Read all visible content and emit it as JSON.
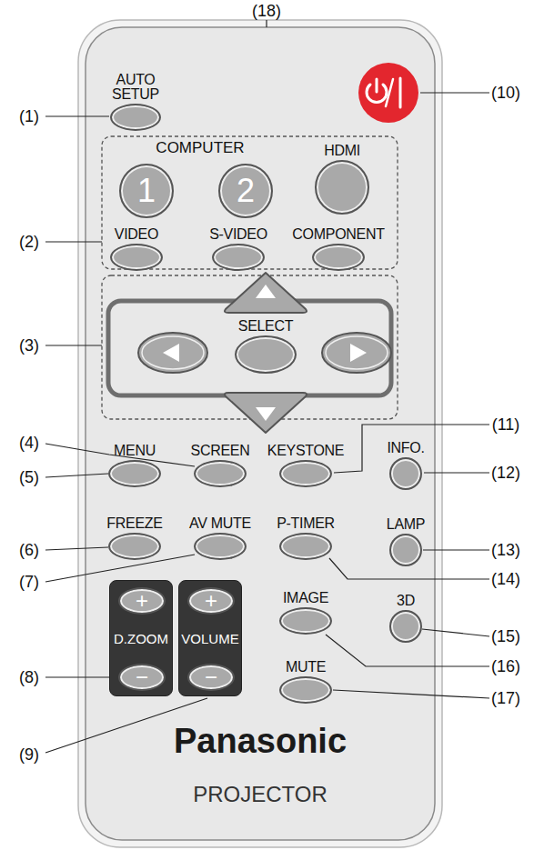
{
  "diagram": {
    "nodes": [
      {
        "text": [
          "Panasonic",
          "PROJECTOR"
        ]
      },
      {
        "text": [
          "AUTO SETUP"
        ],
        "in": 0
      },
      {
        "text": [
          "1"
        ],
        "in": 0
      },
      {
        "text": [
          "2"
        ],
        "in": 0
      },
      {
        "text": [
          "HDMI"
        ],
        "in": 0
      },
      {
        "text": [
          "VIDEO"
        ],
        "in": 0
      },
      {
        "text": [
          "S-VIDEO"
        ],
        "in": 0
      },
      {
        "text": [
          "COMPONENT"
        ],
        "in": 0
      },
      {
        "text": [
          "SELECT"
        ],
        "in": 0
      },
      {
        "text": [
          "MENU"
        ],
        "in": 0
      },
      {
        "text": [
          "SCREEN"
        ],
        "in": 0
      },
      {
        "text": [
          "KEYSTONE"
        ],
        "in": 0
      },
      {
        "text": [
          "INFO."
        ],
        "in": 0
      },
      {
        "text": [
          "FREEZE"
        ],
        "in": 0
      },
      {
        "text": [
          "AV MUTE"
        ],
        "in": 0
      },
      {
        "text": [
          "P-TIMER"
        ],
        "in": 0
      },
      {
        "text": [
          "LAMP"
        ],
        "in": 0
      },
      {
        "text": [
          "IMAGE"
        ],
        "in": 0
      },
      {
        "text": [
          "3D"
        ],
        "in": 0
      },
      {
        "text": [
          "D.ZOOM"
        ],
        "in": 0
      },
      {
        "text": [
          "+"
        ],
        "in": 19
      },
      {
        "text": [
          "−"
        ],
        "in": 19
      },
      {
        "text": [
          "VOLUME"
        ],
        "in": 0
      },
      {
        "text": [
          "+"
        ],
        "in": 22
      },
      {
        "text": [
          "−"
        ],
        "in": 22
      },
      {
        "text": [
          "MUTE"
        ],
        "in": 0
      }
    ],
    "labels": [
      "(18)",
      "(1)",
      "(10)",
      "COMPUTER",
      "(2)",
      "(3)",
      "(4)",
      "(11)",
      "(5)",
      "(12)",
      "(6)",
      "(13)",
      "(14)",
      "(7)",
      "(15)",
      "(8)",
      "(16)",
      "(17)",
      "(9)"
    ]
  }
}
